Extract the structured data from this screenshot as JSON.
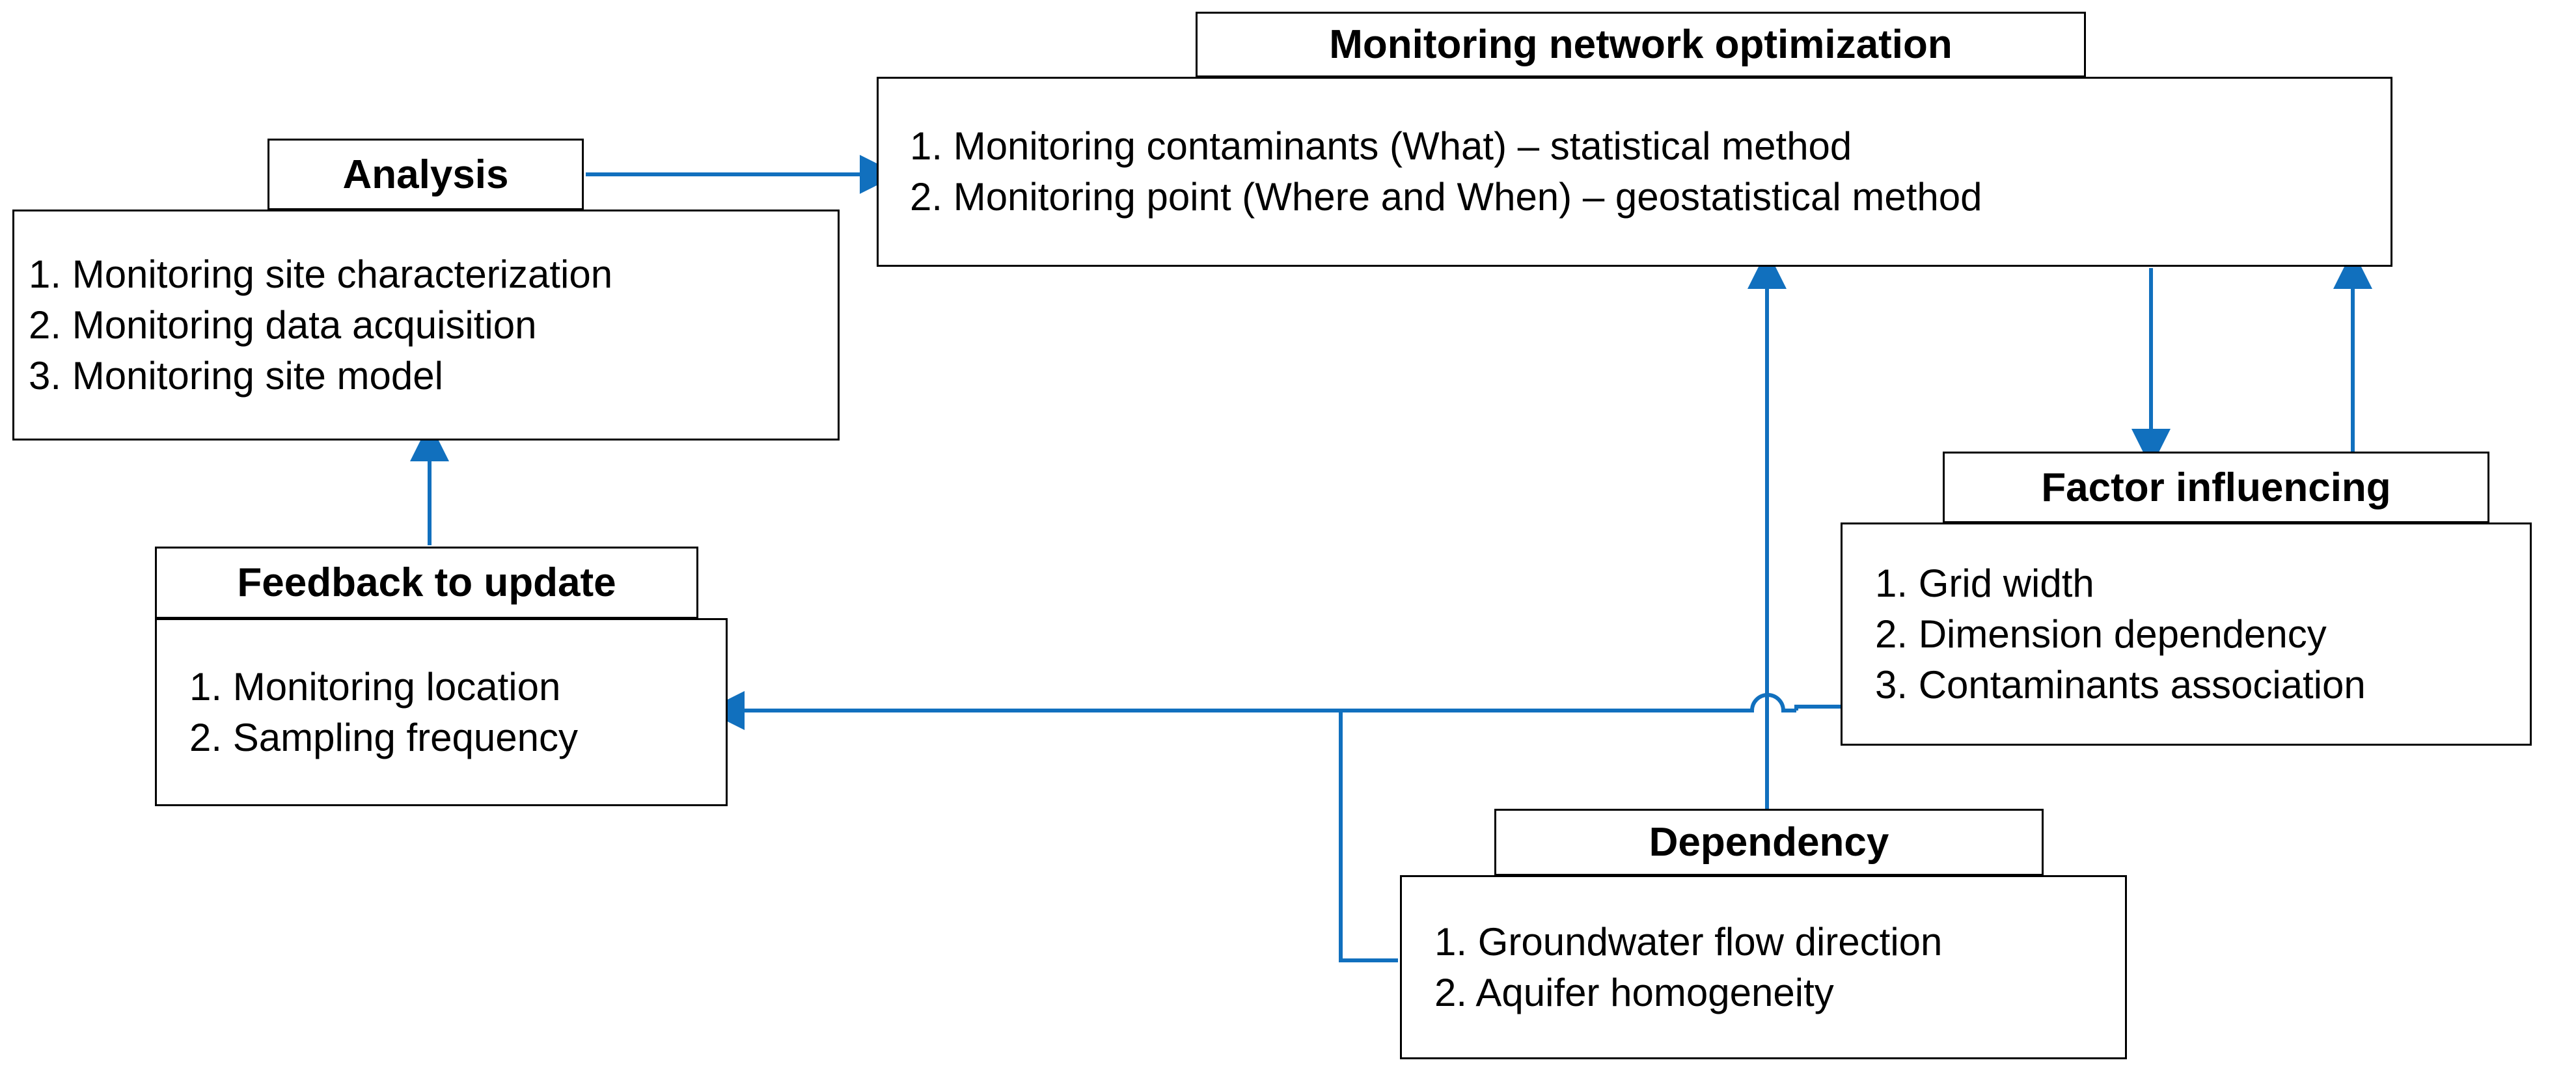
{
  "diagram": {
    "title": "Monitoring network optimization",
    "line_color": "#1170be",
    "box_border_color": "#000000",
    "text_color": "#000000",
    "background": "#ffffff",
    "nodes": [
      {
        "id": "monitoring-network-optimization",
        "header": "Monitoring network optimization",
        "items": [
          "1. Monitoring contaminants  (What) – statistical method",
          "2. Monitoring point (Where and When) – geostatistical method"
        ]
      },
      {
        "id": "analysis",
        "header": "Analysis",
        "items": [
          "1. Monitoring site characterization",
          "2. Monitoring data acquisition",
          "3. Monitoring site model"
        ]
      },
      {
        "id": "feedback-to-update",
        "header": "Feedback to update",
        "items": [
          "1. Monitoring location",
          "2. Sampling frequency"
        ]
      },
      {
        "id": "factor-influencing",
        "header": "Factor influencing",
        "items": [
          "1. Grid width",
          "2. Dimension dependency",
          "3. Contaminants association"
        ]
      },
      {
        "id": "dependency",
        "header": "Dependency",
        "items": [
          "1. Groundwater flow direction",
          "2. Aquifer homogeneity"
        ]
      }
    ],
    "edges": [
      {
        "id": "analysis-to-optimization",
        "from": "analysis",
        "to": "monitoring-network-optimization",
        "direction": "right"
      },
      {
        "id": "feedback-to-analysis",
        "from": "feedback-to-update",
        "to": "analysis",
        "direction": "up"
      },
      {
        "id": "dependency-to-optimization",
        "from": "dependency",
        "to": "monitoring-network-optimization",
        "direction": "up"
      },
      {
        "id": "factor-to-optimization",
        "from": "factor-influencing",
        "to": "monitoring-network-optimization",
        "direction": "up"
      },
      {
        "id": "optimization-to-factor",
        "from": "monitoring-network-optimization",
        "to": "factor-influencing",
        "direction": "down"
      },
      {
        "id": "factor-to-feedback",
        "from": "factor-influencing",
        "to": "feedback-to-update",
        "direction": "left"
      }
    ]
  }
}
